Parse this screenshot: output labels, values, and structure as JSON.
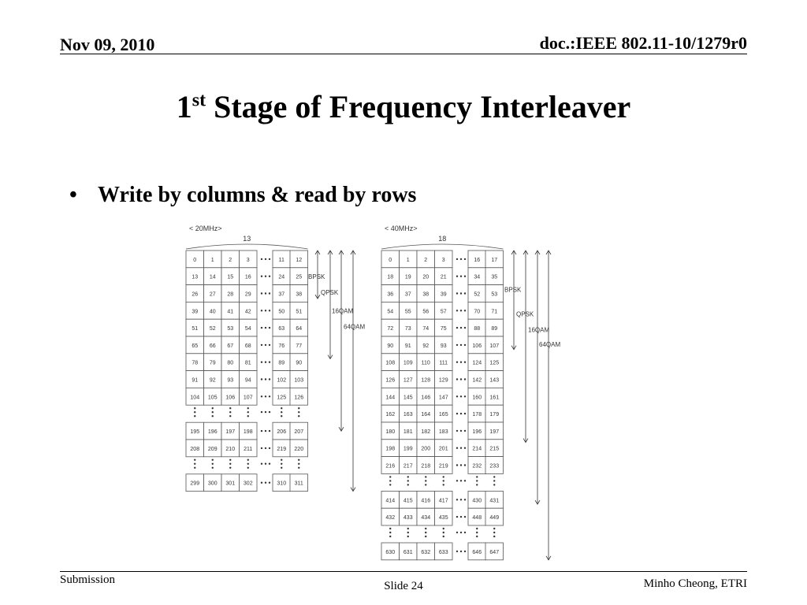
{
  "header": {
    "date": "Nov 09, 2010",
    "doc": "doc.:IEEE 802.11-10/1279r0"
  },
  "title": {
    "prefix": "1",
    "sup": "st",
    "rest": " Stage of Frequency Interleaver"
  },
  "bullet": {
    "symbol": "•",
    "text": "Write by columns & read by rows"
  },
  "footer": {
    "left": "Submission",
    "center": "Slide 24",
    "right": "Minho Cheong, ETRI"
  },
  "diagrams": [
    {
      "label": "< 20MHz>",
      "columns_label": "13",
      "blocks": [
        [
          [
            "0",
            "1",
            "2",
            "3",
            "11",
            "12"
          ],
          [
            "13",
            "14",
            "15",
            "16",
            "24",
            "25"
          ],
          [
            "26",
            "27",
            "28",
            "29",
            "37",
            "38"
          ],
          [
            "39",
            "40",
            "41",
            "42",
            "50",
            "51"
          ],
          [
            "51",
            "52",
            "53",
            "54",
            "63",
            "64"
          ],
          [
            "65",
            "66",
            "67",
            "68",
            "76",
            "77"
          ],
          [
            "78",
            "79",
            "80",
            "81",
            "89",
            "90"
          ],
          [
            "91",
            "92",
            "93",
            "94",
            "102",
            "103"
          ],
          [
            "104",
            "105",
            "106",
            "107",
            "125",
            "126"
          ]
        ],
        [
          [
            "195",
            "196",
            "197",
            "198",
            "206",
            "207"
          ],
          [
            "208",
            "209",
            "210",
            "211",
            "219",
            "220"
          ]
        ],
        [
          [
            "299",
            "300",
            "301",
            "302",
            "310",
            "311"
          ]
        ]
      ],
      "arrows": [
        "BPSK",
        "QPSK",
        "16QAM",
        "64QAM"
      ]
    },
    {
      "label": "< 40MHz>",
      "columns_label": "18",
      "blocks": [
        [
          [
            "0",
            "1",
            "2",
            "3",
            "16",
            "17"
          ],
          [
            "18",
            "19",
            "20",
            "21",
            "34",
            "35"
          ],
          [
            "36",
            "37",
            "38",
            "39",
            "52",
            "53"
          ],
          [
            "54",
            "55",
            "56",
            "57",
            "70",
            "71"
          ],
          [
            "72",
            "73",
            "74",
            "75",
            "88",
            "89"
          ],
          [
            "90",
            "91",
            "92",
            "93",
            "106",
            "107"
          ],
          [
            "108",
            "109",
            "110",
            "111",
            "124",
            "125"
          ],
          [
            "126",
            "127",
            "128",
            "129",
            "142",
            "143"
          ],
          [
            "144",
            "145",
            "146",
            "147",
            "160",
            "161"
          ],
          [
            "162",
            "163",
            "164",
            "165",
            "178",
            "179"
          ],
          [
            "180",
            "181",
            "182",
            "183",
            "196",
            "197"
          ],
          [
            "198",
            "199",
            "200",
            "201",
            "214",
            "215"
          ],
          [
            "216",
            "217",
            "218",
            "219",
            "232",
            "233"
          ]
        ],
        [
          [
            "414",
            "415",
            "416",
            "417",
            "430",
            "431"
          ],
          [
            "432",
            "433",
            "434",
            "435",
            "448",
            "449"
          ]
        ],
        [
          [
            "630",
            "631",
            "632",
            "633",
            "646",
            "647"
          ]
        ]
      ],
      "arrows": [
        "BPSK",
        "QPSK",
        "16QAM",
        "64QAM"
      ]
    }
  ]
}
